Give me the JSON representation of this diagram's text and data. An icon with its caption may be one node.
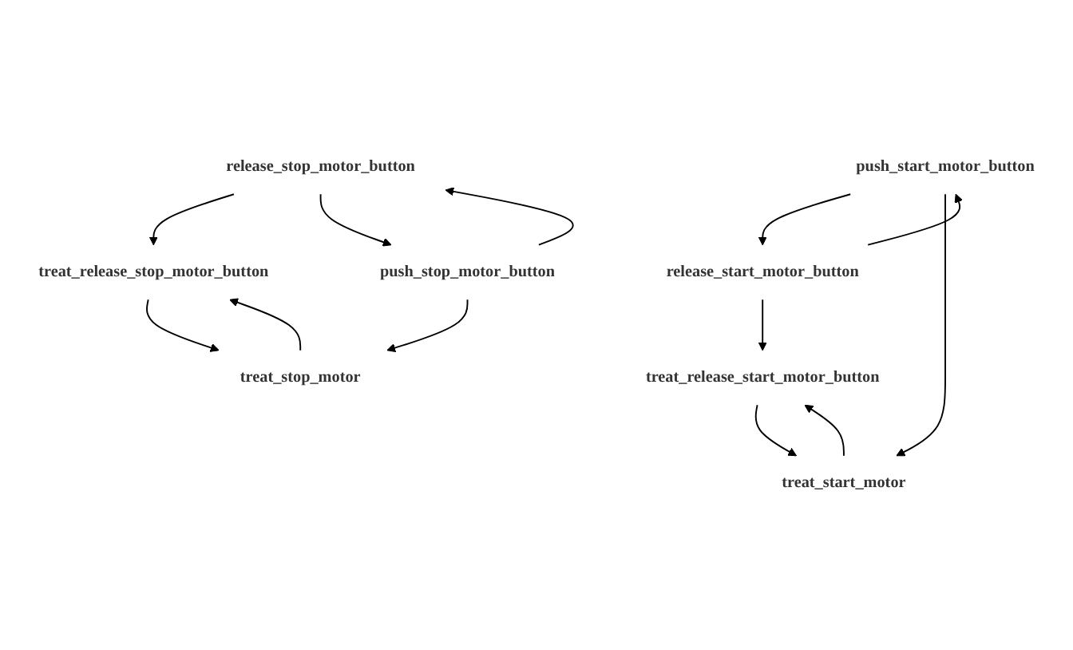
{
  "diagram": {
    "nodes": [
      {
        "text": [
          "push_start_motor_button"
        ]
      },
      {
        "text": [
          "release_start_motor_button"
        ]
      },
      {
        "text": [
          "treat_start_motor"
        ]
      },
      {
        "text": [
          "treat_release_start_motor_button"
        ]
      },
      {
        "text": [
          "treat_release_stop_motor_button"
        ]
      },
      {
        "text": [
          "treat_stop_motor"
        ]
      },
      {
        "text": [
          "release_stop_motor_button"
        ]
      },
      {
        "text": [
          "push_stop_motor_button"
        ]
      }
    ],
    "edges": [
      {
        "from": 0,
        "to": 1,
        "arrow": "to"
      },
      {
        "from": 1,
        "to": 0,
        "arrow": "to"
      },
      {
        "from": 0,
        "to": 2,
        "arrow": "to"
      },
      {
        "from": 1,
        "to": 3,
        "arrow": "to"
      },
      {
        "from": 2,
        "to": 3,
        "arrow": "to"
      },
      {
        "from": 3,
        "to": 2,
        "arrow": "to"
      },
      {
        "from": 4,
        "to": 5,
        "arrow": "to"
      },
      {
        "from": 5,
        "to": 4,
        "arrow": "to"
      },
      {
        "from": 6,
        "to": 4,
        "arrow": "to"
      },
      {
        "from": 7,
        "to": 5,
        "arrow": "to"
      },
      {
        "from": 6,
        "to": 7,
        "arrow": "to"
      },
      {
        "from": 7,
        "to": 6,
        "arrow": "to"
      }
    ]
  }
}
